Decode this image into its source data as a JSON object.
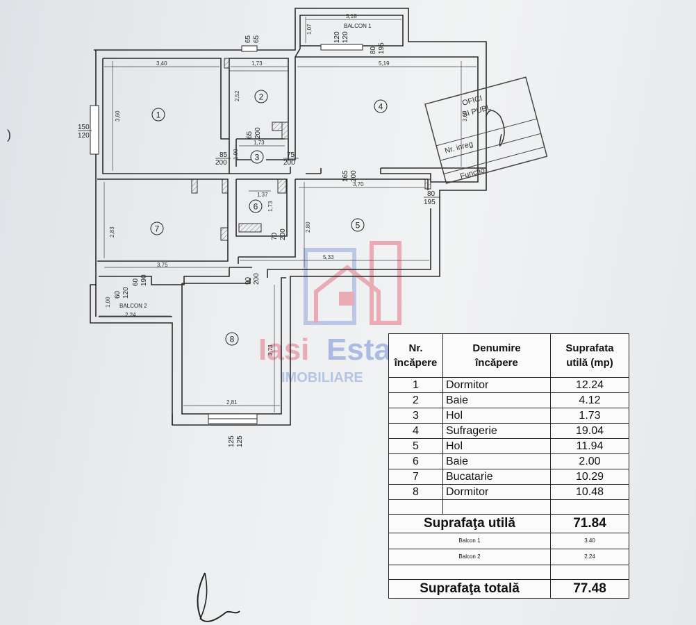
{
  "rooms": [
    {
      "num": "1"
    },
    {
      "num": "2"
    },
    {
      "num": "3"
    },
    {
      "num": "4"
    },
    {
      "num": "5"
    },
    {
      "num": "6"
    },
    {
      "num": "7"
    },
    {
      "num": "8"
    }
  ],
  "balconies": {
    "b1": "BALCON 1",
    "b2": "BALCON 2"
  },
  "dimensions": {
    "d_340": "3,40",
    "d_360": "3,60",
    "d_173a": "1,73",
    "d_252": "2,52",
    "d_519": "5,19",
    "d_318": "3,18",
    "d_107": "1,07",
    "d_367": "3,67",
    "d_100a": "1,00",
    "d_173b": "1,73",
    "d_137": "1,37",
    "d_173c": "1,73",
    "d_370": "3,70",
    "d_283": "2,83",
    "d_375": "3,75",
    "d_280": "2,80",
    "d_533": "5,33",
    "d_100b": "1,00",
    "d_224": "2,24",
    "d_373": "3,73",
    "d_281": "2,81"
  },
  "doors": {
    "w_65_65": [
      "65",
      "65"
    ],
    "w_120_120": [
      "120",
      "120"
    ],
    "w_80_195a": [
      "80",
      "195"
    ],
    "w_150_120": [
      "150",
      "120"
    ],
    "w_65_200": [
      "65",
      "200"
    ],
    "w_85_200": [
      "85",
      "200"
    ],
    "w_75_200": [
      "75",
      "200"
    ],
    "w_165_200": [
      "165",
      "200"
    ],
    "w_80_195b": [
      "80",
      "195"
    ],
    "w_70_200": [
      "70",
      "200"
    ],
    "w_60_190": [
      "60",
      "190"
    ],
    "w_60_120": [
      "60",
      "120"
    ],
    "w_90_200": [
      "90",
      "200"
    ],
    "w_125_125": [
      "125",
      "125"
    ]
  },
  "stamp": {
    "l1": "OFICI",
    "l2": "SI PUBL",
    "l3": "Nr. inreg",
    "l4": "Functio"
  },
  "watermark": {
    "part1": "Iasi",
    "part2": "Estate",
    "sub": "IMOBILIARE"
  },
  "margin_mark": ")",
  "table": {
    "headers": {
      "nr": [
        "Nr.",
        "încăpere"
      ],
      "name": [
        "Denumire",
        "încăpere"
      ],
      "area": [
        "Suprafata",
        "utilă (mp)"
      ]
    },
    "rows": [
      {
        "nr": "1",
        "name": "Dormitor",
        "area": "12.24"
      },
      {
        "nr": "2",
        "name": "Baie",
        "area": "4.12"
      },
      {
        "nr": "3",
        "name": "Hol",
        "area": "1.73"
      },
      {
        "nr": "4",
        "name": "Sufragerie",
        "area": "19.04"
      },
      {
        "nr": "5",
        "name": "Hol",
        "area": "11.94"
      },
      {
        "nr": "6",
        "name": "Baie",
        "area": "2.00"
      },
      {
        "nr": "7",
        "name": "Bucatarie",
        "area": "10.29"
      },
      {
        "nr": "8",
        "name": "Dormitor",
        "area": "10.48"
      }
    ],
    "useful_label": "Suprafaţa utilă",
    "useful_value": "71.84",
    "balcony_rows": [
      {
        "name": "Balcon 1",
        "area": "3.40"
      },
      {
        "name": "Balcon 2",
        "area": "2.24"
      }
    ],
    "total_label": "Suprafaţa totală",
    "total_value": "77.48"
  }
}
